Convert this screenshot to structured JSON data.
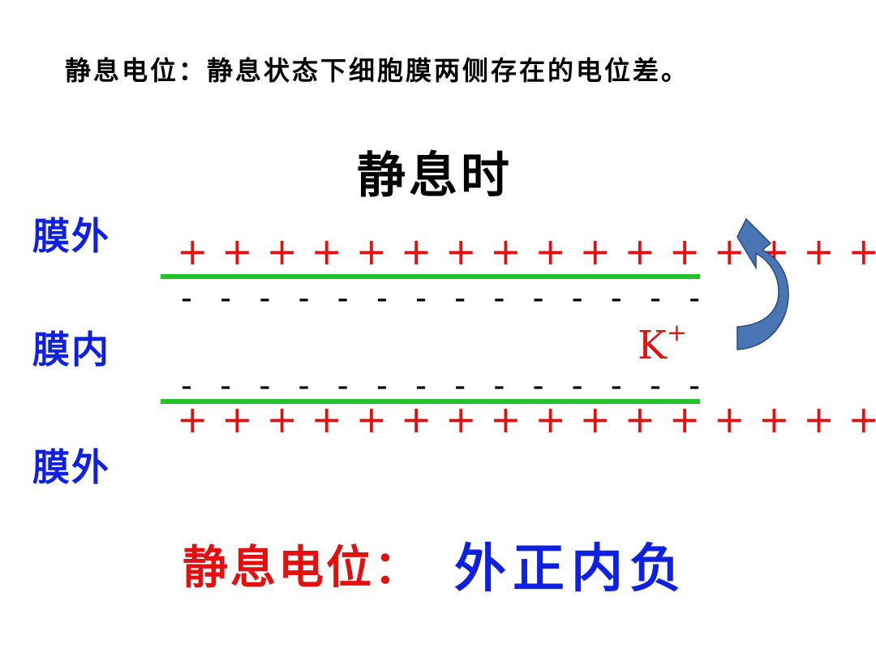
{
  "definition": "静息电位：静息状态下细胞膜两侧存在的电位差。",
  "heading": "静息时",
  "labels": {
    "top": "膜外",
    "middle": "膜内",
    "bottom": "膜外"
  },
  "charges": {
    "top_plus": "+ + + + + + + + + + + + + + + +",
    "top_minus": "- - - - - - - - - - - - - -",
    "bottom_minus": "- - - - - - - - - - - - - -",
    "bottom_plus": "+ + + + + + + + + + + + + + + +"
  },
  "ion": {
    "symbol": "K",
    "charge": "+"
  },
  "conclusion": {
    "label": "静息电位：",
    "value": "外正内负"
  },
  "colors": {
    "membrane": "#22c42a",
    "positive": "#e31010",
    "side_label": "#1020e0",
    "arrow": "#4a75b5"
  }
}
